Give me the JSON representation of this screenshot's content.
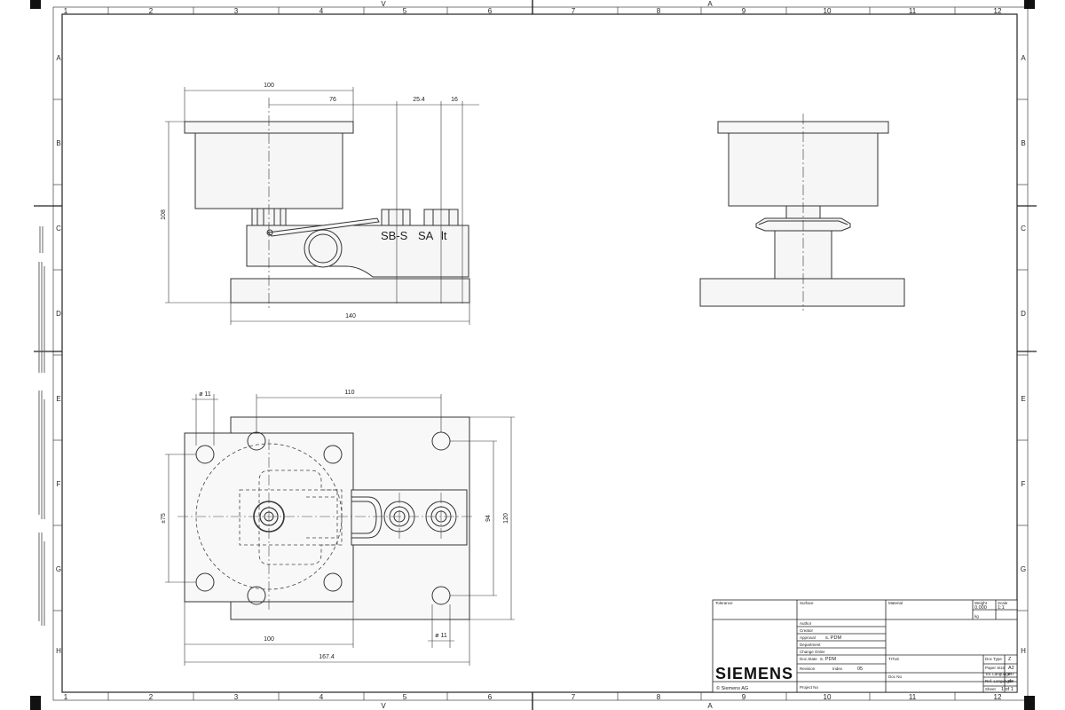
{
  "frame": {
    "column_labels": [
      "1",
      "2",
      "3",
      "4",
      "5",
      "6",
      "7",
      "8",
      "9",
      "10",
      "11",
      "12"
    ],
    "row_labels": [
      "A",
      "B",
      "C",
      "D",
      "E",
      "F",
      "G",
      "H"
    ],
    "center_marks": [
      "V",
      "A"
    ]
  },
  "views": {
    "front": {
      "dims": {
        "d100_top": "100",
        "d76": "76",
        "d25_4": "25.4",
        "d16": "16",
        "d108": "108",
        "d140": "140"
      },
      "terminal_labels": {
        "sbs": "SB-S",
        "sa": "SA",
        "lt": "lt"
      }
    },
    "top": {
      "dims": {
        "dia_top": "ø 11",
        "d110": "110",
        "d75": "±75",
        "d94": "94",
        "d120": "120",
        "d100_bottom": "100",
        "d167_4": "167.4",
        "dia_bottom": "ø 11"
      }
    }
  },
  "title_block": {
    "brand": "SIEMENS",
    "copyright": "© Siemens AG",
    "fields": {
      "surface": "Surface",
      "material": "Material",
      "tolerance": "Tolerance",
      "author": "Author",
      "creator": "Creator",
      "approval": "Approval",
      "approval_value": "s. PDM",
      "department": "Department",
      "change_order": "Change Order",
      "doc_state": "Doc.State",
      "doc_state_value": "s. PDM",
      "revision": "Revision",
      "index": "Index",
      "index_value": "05",
      "project_no": "Project No",
      "doc_no": "Doc No",
      "title_label": "TITLE",
      "weight": "Weight",
      "weight_value": "0.000",
      "weight_unit": "kg",
      "scale": "Scale",
      "scale_value": "1:1",
      "doc_type": "Doc Type",
      "doc_type_value": "Z",
      "paper_size": "Paper Size",
      "paper_size_value": "A2",
      "tol_language": "Tol. Language",
      "tol_language_value": "en",
      "ref_language": "Ref. Language",
      "ref_language_value": "de",
      "sheet": "Sheet",
      "sheet_value": "1 of 1"
    }
  }
}
